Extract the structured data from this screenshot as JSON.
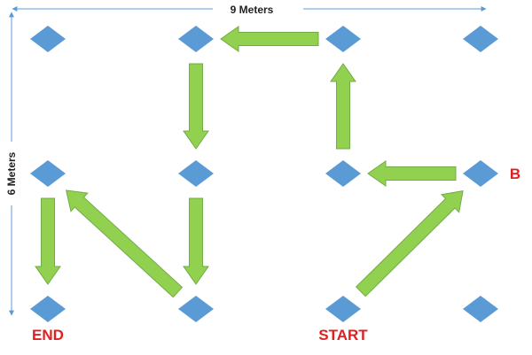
{
  "labels": {
    "width": "9 Meters",
    "height": "6 Meters",
    "start": "START",
    "end": "END",
    "b": "B"
  },
  "colors": {
    "node": "#5b9bd5",
    "arrow_fill": "#92d050",
    "arrow_stroke": "#70ad47",
    "dimension_line": "#5b9bd5",
    "point_label": "#e02020",
    "text": "#222222"
  },
  "grid": {
    "columns": 4,
    "rows": 3
  },
  "path": [
    {
      "from": [
        2,
        2
      ],
      "to": [
        3,
        1
      ]
    },
    {
      "from": [
        3,
        1
      ],
      "to": [
        2,
        1
      ]
    },
    {
      "from": [
        2,
        1
      ],
      "to": [
        2,
        0
      ]
    },
    {
      "from": [
        2,
        0
      ],
      "to": [
        1,
        0
      ]
    },
    {
      "from": [
        1,
        0
      ],
      "to": [
        1,
        1
      ]
    },
    {
      "from": [
        1,
        1
      ],
      "to": [
        1,
        2
      ]
    },
    {
      "from": [
        1,
        2
      ],
      "to": [
        0,
        1
      ]
    },
    {
      "from": [
        0,
        1
      ],
      "to": [
        0,
        2
      ]
    }
  ]
}
